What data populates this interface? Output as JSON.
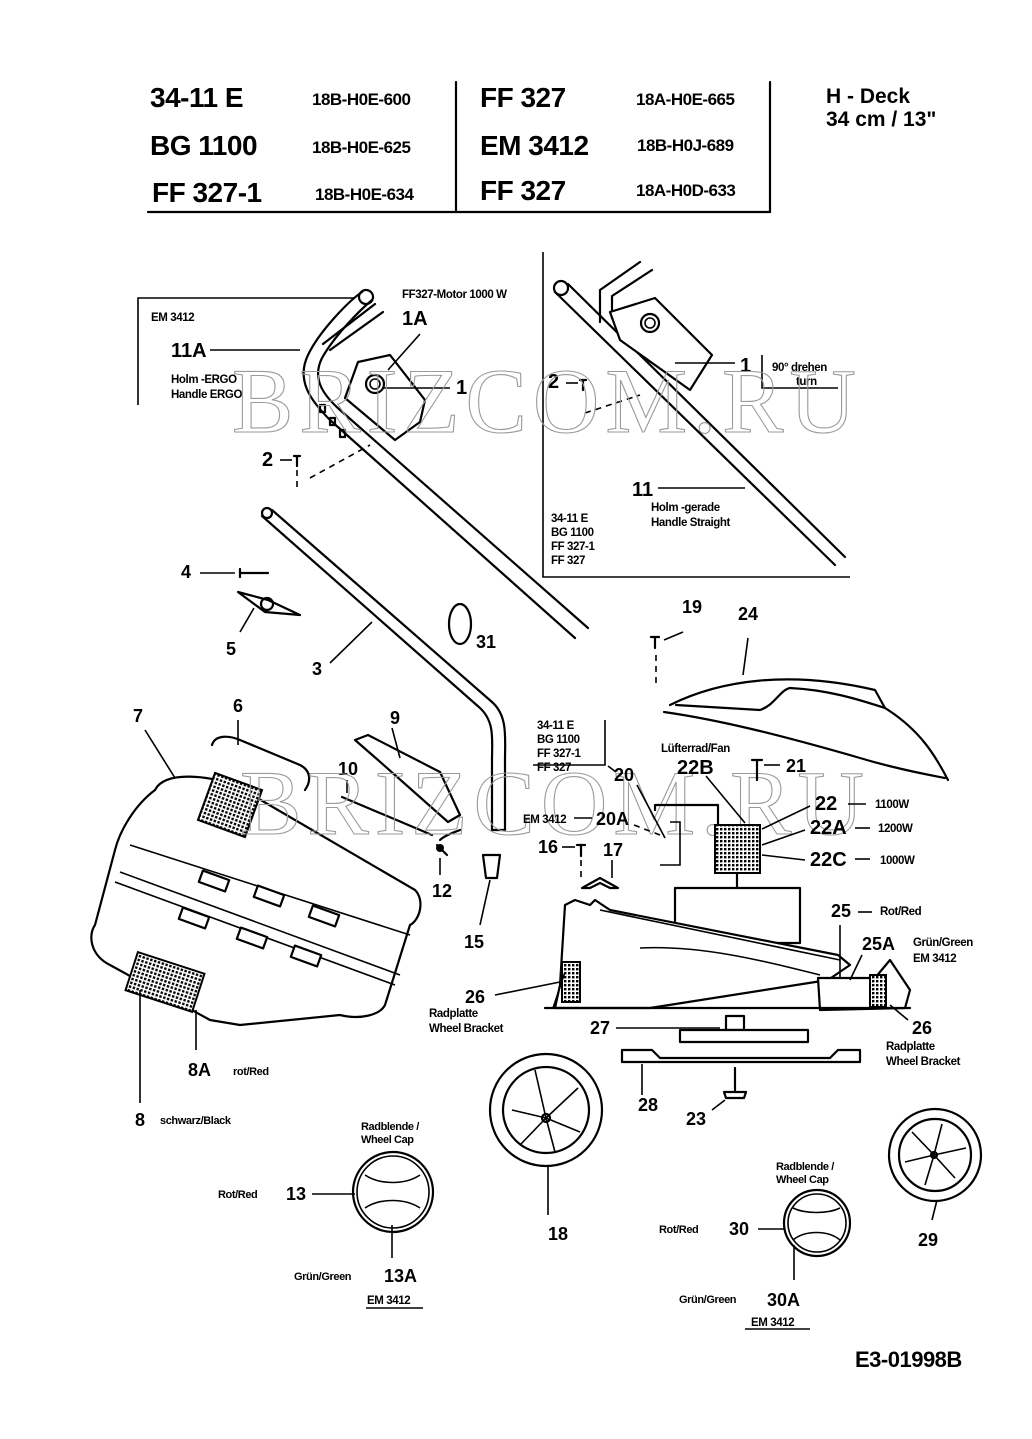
{
  "header": {
    "models_left": [
      {
        "model": "34-11 E",
        "code": "18B-H0E-600"
      },
      {
        "model": "BG 1100",
        "code": "18B-H0E-625"
      },
      {
        "model": "FF 327-1",
        "code": "18B-H0E-634"
      }
    ],
    "models_right": [
      {
        "model": "FF 327",
        "code": "18A-H0E-665"
      },
      {
        "model": "EM 3412",
        "code": "18B-H0J-689"
      },
      {
        "model": "FF 327",
        "code": "18A-H0D-633"
      }
    ],
    "deck_title": "H - Deck",
    "deck_size": "34 cm / 13\""
  },
  "watermark": "BRIZCOM.RU",
  "insets": {
    "ergo_box": {
      "model": "EM 3412",
      "motor_note": "FF327-Motor 1000 W",
      "handle_de": "Holm -ERGO",
      "handle_en": "Handle ERGO"
    },
    "straight_box": {
      "turn_de": "90° drehen",
      "turn_en": "turn",
      "handle_de": "Holm -gerade",
      "handle_en": "Handle Straight",
      "models": [
        "34-11 E",
        "BG 1100",
        "FF 327-1",
        "FF 327"
      ]
    },
    "fan_models": [
      "34-11 E",
      "BG 1100",
      "FF 327-1",
      "FF 327"
    ],
    "fan_label": "Lüfterrad/Fan"
  },
  "parts": {
    "p1": "1",
    "p1a": "1A",
    "p2": "2",
    "p3": "3",
    "p4": "4",
    "p5": "5",
    "p6": "6",
    "p7": "7",
    "p8": "8",
    "p8a": "8A",
    "p9": "9",
    "p10": "10",
    "p11": "11",
    "p11a": "11A",
    "p12": "12",
    "p13": "13",
    "p13a": "13A",
    "p15": "15",
    "p16": "16",
    "p17": "17",
    "p18": "18",
    "p19": "19",
    "p20": "20",
    "p20a": "20A",
    "p21": "21",
    "p22": "22",
    "p22a": "22A",
    "p22b": "22B",
    "p22c": "22C",
    "p23": "23",
    "p24": "24",
    "p25": "25",
    "p25a": "25A",
    "p26": "26",
    "p27": "27",
    "p28": "28",
    "p29": "29",
    "p30": "30",
    "p30a": "30A",
    "p31": "31"
  },
  "notes": {
    "em3412": "EM 3412",
    "motor_22": "1100W",
    "motor_22a": "1200W",
    "motor_22c": "1000W",
    "red_25": "Rot/Red",
    "green_25a": "Grün/Green",
    "wheel_bracket_de": "Radplatte",
    "wheel_bracket_en": "Wheel Bracket",
    "red_8a": "rot/Red",
    "black_8": "schwarz/Black",
    "wheel_cap_de": "Radblende /",
    "wheel_cap_en": "Wheel Cap",
    "red_13": "Rot/Red",
    "green_13a": "Grün/Green",
    "red_30": "Rot/Red",
    "green_30a": "Grün/Green"
  },
  "document_id": "E3-01998B"
}
